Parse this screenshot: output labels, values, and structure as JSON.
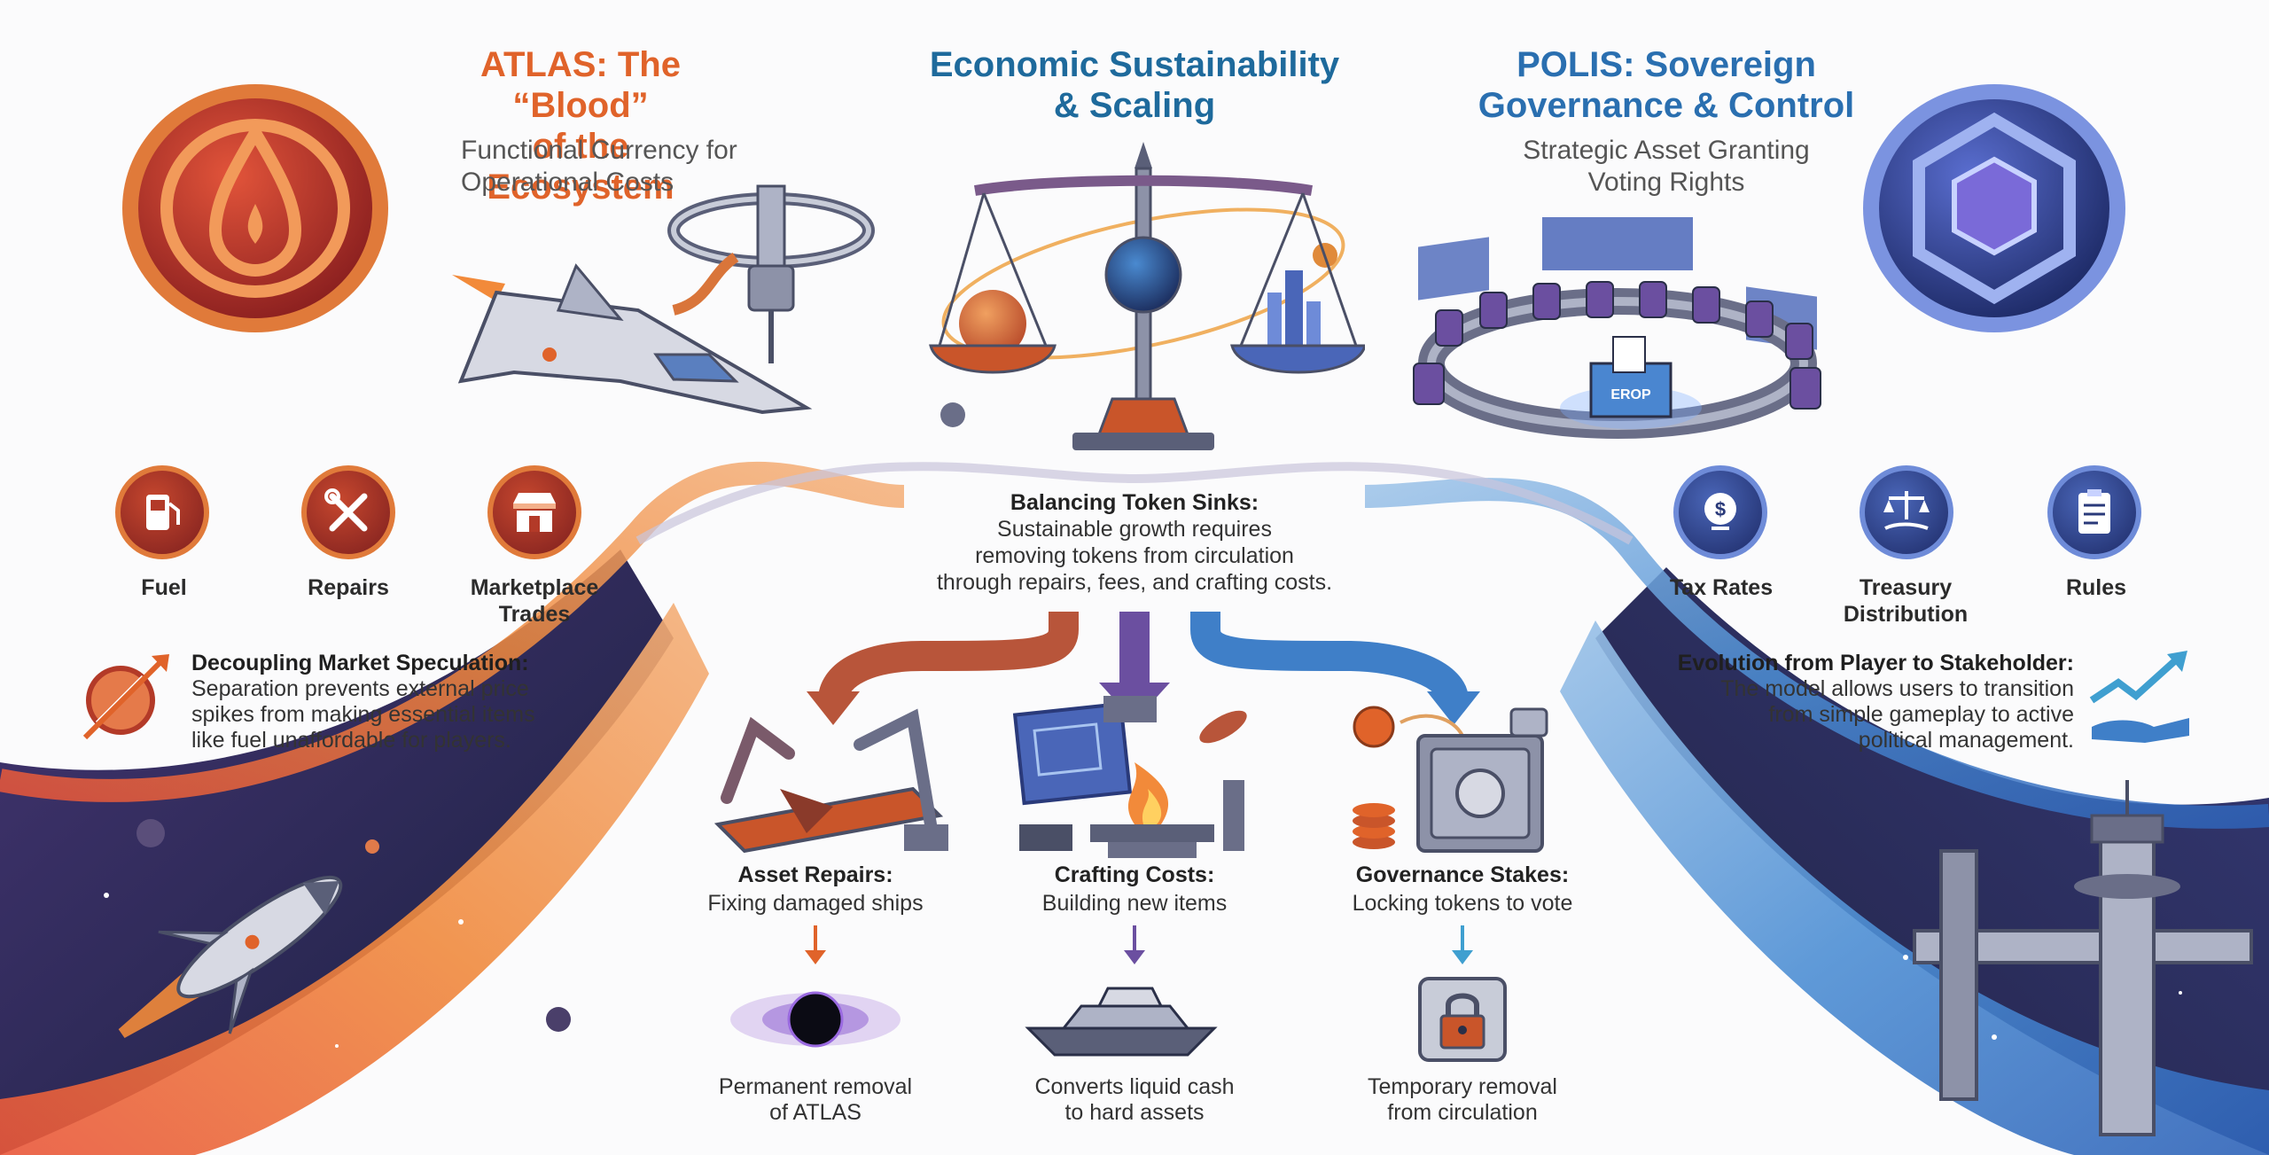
{
  "atlas": {
    "title_line1": "ATLAS: The “Blood”",
    "title_line2": "of the Ecosystem",
    "subtitle_line1": "Functional Currency for",
    "subtitle_line2": "Operational Costs",
    "icons": [
      {
        "label": "Fuel",
        "icon": "fuel-pump-icon"
      },
      {
        "label": "Repairs",
        "icon": "wrench-screwdriver-icon"
      },
      {
        "label_line1": "Marketplace",
        "label_line2": "Trades",
        "icon": "storefront-icon"
      }
    ],
    "decoupling": {
      "heading": "Decoupling Market Speculation:",
      "line1": "Separation prevents external price",
      "line2": "spikes from making essential items",
      "line3": "like fuel unaffordable for players."
    }
  },
  "center": {
    "title_line1": "Economic Sustainability",
    "title_line2": "& Scaling",
    "balancing": {
      "heading": "Balancing Token Sinks:",
      "line1": "Sustainable growth requires",
      "line2": "removing tokens from circulation",
      "line3": "through repairs, fees, and crafting costs."
    },
    "sinks": [
      {
        "title": "Asset Repairs:",
        "subtitle": "Fixing damaged ships",
        "result_line1": "Permanent removal",
        "result_line2": "of ATLAS"
      },
      {
        "title": "Crafting Costs:",
        "subtitle": "Building new items",
        "result_line1": "Converts liquid cash",
        "result_line2": "to hard assets"
      },
      {
        "title": "Governance Stakes:",
        "subtitle": "Locking tokens to vote",
        "result_line1": "Temporary removal",
        "result_line2": "from circulation"
      }
    ]
  },
  "polis": {
    "title_line1": "POLIS: Sovereign",
    "title_line2": "Governance & Control",
    "subtitle_line1": "Strategic Asset Granting",
    "subtitle_line2": "Voting Rights",
    "ballot_box_label": "EROP",
    "icons": [
      {
        "label": "Tax Rates",
        "icon": "dollar-coin-icon"
      },
      {
        "label_line1": "Treasury",
        "label_line2": "Distribution",
        "icon": "scales-hand-icon"
      },
      {
        "label": "Rules",
        "icon": "clipboard-icon"
      }
    ],
    "evolution": {
      "heading": "Evolution from Player to Stakeholder:",
      "line1": "The model allows users to transition",
      "line2": "from simple gameplay to active",
      "line3": "political management."
    }
  },
  "colors": {
    "atlas_orange": "#e0632a",
    "center_blue": "#1e6a9c",
    "polis_blue": "#2a6fb0",
    "purple": "#6b4fa0"
  }
}
